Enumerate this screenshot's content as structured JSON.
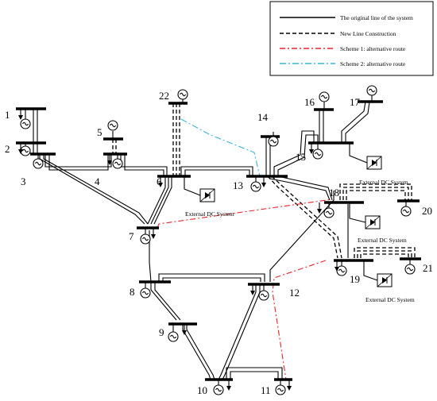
{
  "legend": {
    "items": [
      {
        "label": "The original line of the system",
        "style": "solid",
        "color": "#000000"
      },
      {
        "label": "New Line Construction",
        "style": "dashed",
        "color": "#000000"
      },
      {
        "label": "Scheme 1: alternative route",
        "style": "dash-dot",
        "color": "#e8262a"
      },
      {
        "label": "Scheme 2: alternative route",
        "style": "dash-dot",
        "color": "#3bb3d8"
      }
    ]
  },
  "buses": [
    "1",
    "2",
    "3",
    "4",
    "5",
    "6",
    "7",
    "8",
    "9",
    "10",
    "11",
    "12",
    "13",
    "14",
    "15",
    "16",
    "17",
    "18",
    "19",
    "20",
    "21",
    "22"
  ],
  "dc_systems": {
    "bus6": "External DC System",
    "bus15": "External DC System",
    "bus18": "External DC System",
    "bus19": "External DC System"
  },
  "colors": {
    "original": "#000000",
    "scheme1": "#e8262a",
    "scheme2": "#3bb3d8"
  }
}
